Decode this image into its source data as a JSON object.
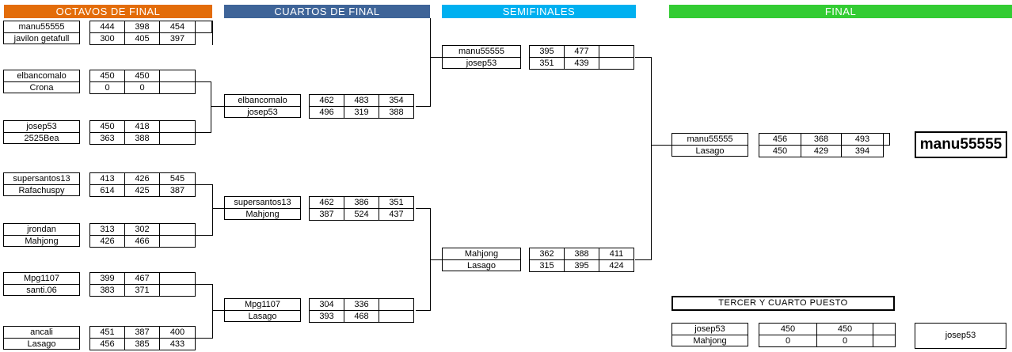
{
  "rounds": {
    "octavos": {
      "label": "OCTAVOS DE FINAL",
      "color": "#E36C09"
    },
    "cuartos": {
      "label": "CUARTOS DE FINAL",
      "color": "#3E6498"
    },
    "semifinales": {
      "label": "SEMIFINALES",
      "color": "#00B0F0"
    },
    "final": {
      "label": "FINAL",
      "color": "#33CC33"
    }
  },
  "octavos": [
    {
      "p1": {
        "name": "manu55555",
        "scores": [
          "444",
          "398",
          "454"
        ]
      },
      "p2": {
        "name": "javilon getafull",
        "scores": [
          "300",
          "405",
          "397"
        ]
      }
    },
    {
      "p1": {
        "name": "elbancomalo",
        "scores": [
          "450",
          "450",
          ""
        ]
      },
      "p2": {
        "name": "Crona",
        "scores": [
          "0",
          "0",
          ""
        ]
      }
    },
    {
      "p1": {
        "name": "josep53",
        "scores": [
          "450",
          "418",
          ""
        ]
      },
      "p2": {
        "name": "2525Bea",
        "scores": [
          "363",
          "388",
          ""
        ]
      }
    },
    {
      "p1": {
        "name": "supersantos13",
        "scores": [
          "413",
          "426",
          "545"
        ]
      },
      "p2": {
        "name": "Rafachuspy",
        "scores": [
          "614",
          "425",
          "387"
        ]
      }
    },
    {
      "p1": {
        "name": "jrondan",
        "scores": [
          "313",
          "302",
          ""
        ]
      },
      "p2": {
        "name": "Mahjong",
        "scores": [
          "426",
          "466",
          ""
        ]
      }
    },
    {
      "p1": {
        "name": "Mpg1107",
        "scores": [
          "399",
          "467",
          ""
        ]
      },
      "p2": {
        "name": "santi.06",
        "scores": [
          "383",
          "371",
          ""
        ]
      }
    },
    {
      "p1": {
        "name": "ancali",
        "scores": [
          "451",
          "387",
          "400"
        ]
      },
      "p2": {
        "name": "Lasago",
        "scores": [
          "456",
          "385",
          "433"
        ]
      }
    }
  ],
  "cuartos": [
    {
      "p1": {
        "name": "elbancomalo",
        "scores": [
          "462",
          "483",
          "354"
        ]
      },
      "p2": {
        "name": "josep53",
        "scores": [
          "496",
          "319",
          "388"
        ]
      }
    },
    {
      "p1": {
        "name": "supersantos13",
        "scores": [
          "462",
          "386",
          "351"
        ]
      },
      "p2": {
        "name": "Mahjong",
        "scores": [
          "387",
          "524",
          "437"
        ]
      }
    },
    {
      "p1": {
        "name": "Mpg1107",
        "scores": [
          "304",
          "336",
          ""
        ]
      },
      "p2": {
        "name": "Lasago",
        "scores": [
          "393",
          "468",
          ""
        ]
      }
    }
  ],
  "semifinales": [
    {
      "p1": {
        "name": "manu55555",
        "scores": [
          "395",
          "477",
          ""
        ]
      },
      "p2": {
        "name": "josep53",
        "scores": [
          "351",
          "439",
          ""
        ]
      }
    },
    {
      "p1": {
        "name": "Mahjong",
        "scores": [
          "362",
          "388",
          "411"
        ]
      },
      "p2": {
        "name": "Lasago",
        "scores": [
          "315",
          "395",
          "424"
        ]
      }
    }
  ],
  "final": [
    {
      "p1": {
        "name": "manu55555",
        "scores": [
          "456",
          "368",
          "493"
        ]
      },
      "p2": {
        "name": "Lasago",
        "scores": [
          "450",
          "429",
          "394"
        ]
      }
    }
  ],
  "tercer_puesto": {
    "title": "TERCER Y CUARTO PUESTO",
    "matches": [
      {
        "p1": {
          "name": "josep53",
          "scores": [
            "450",
            "450",
            ""
          ]
        },
        "p2": {
          "name": "Mahjong",
          "scores": [
            "0",
            "0",
            ""
          ]
        }
      }
    ]
  },
  "champion": "manu55555",
  "third_place": "josep53"
}
